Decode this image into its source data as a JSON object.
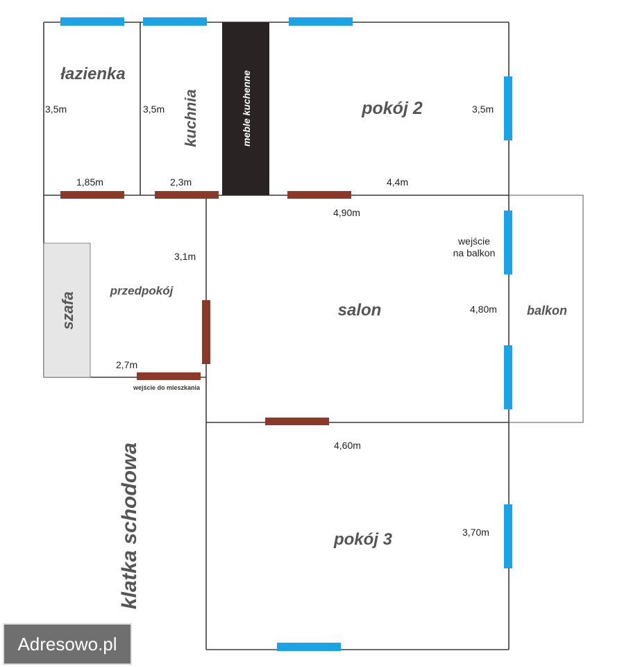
{
  "rooms": {
    "lazienka": "łazienka",
    "kuchnia": "kuchnia",
    "meble": "meble kuchenne",
    "pokoj2": "pokój 2",
    "przedpokoj": "przedpokój",
    "szafa": "szafa",
    "salon": "salon",
    "balkon": "balkon",
    "pokoj3": "pokój 3",
    "klatka": "klatka schodowa"
  },
  "dimensions": {
    "lazienka_h": "3,5m",
    "kuchnia_h": "3,5m",
    "pokoj2_h": "3,5m",
    "lazienka_w": "1,85m",
    "kuchnia_w": "2,3m",
    "pokoj2_w": "4,4m",
    "salon_top": "4,90m",
    "przedpokoj_h": "3,1m",
    "salon_h": "4,80m",
    "przedpokoj_w": "2,7m",
    "pokoj3_top": "4,60m",
    "pokoj3_h": "3,70m"
  },
  "labels": {
    "balcony_entry_1": "wejście",
    "balcony_entry_2": "na balkon",
    "apartment_entry": "wejście do mieszkania"
  },
  "colors": {
    "window": "#1aa3e6",
    "door": "#8b3a2a",
    "furniture_dark": "#2a2323",
    "wardrobe": "#e6e6e6"
  },
  "watermark": "Adresowo.pl"
}
